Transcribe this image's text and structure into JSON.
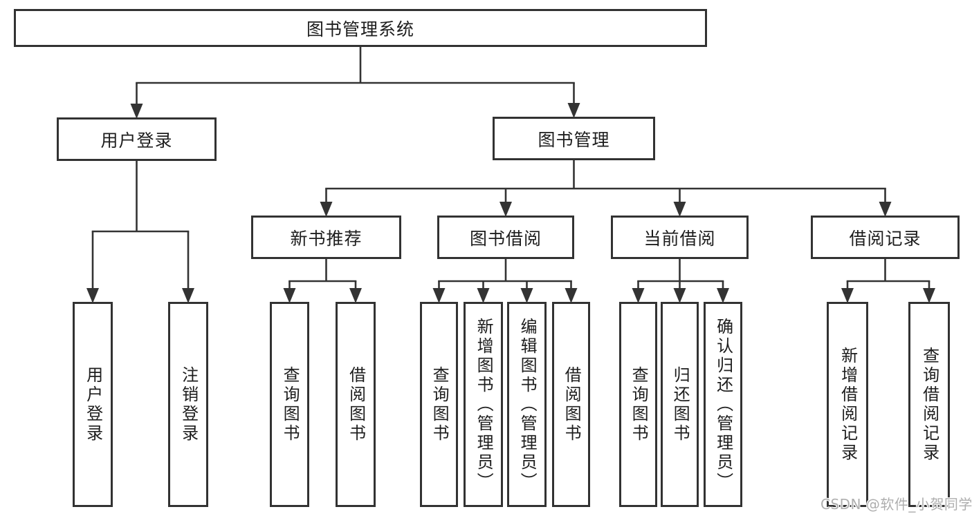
{
  "diagram": {
    "title": "图书管理系统",
    "nodes": [
      {
        "id": "root",
        "label": "图书管理系统",
        "parent": null,
        "orient": "h"
      },
      {
        "id": "user-login",
        "label": "用户登录",
        "parent": "root",
        "orient": "h"
      },
      {
        "id": "book-mgmt",
        "label": "图书管理",
        "parent": "root",
        "orient": "h"
      },
      {
        "id": "new-book-rec",
        "label": "新书推荐",
        "parent": "book-mgmt",
        "orient": "h"
      },
      {
        "id": "book-borrow",
        "label": "图书借阅",
        "parent": "book-mgmt",
        "orient": "h"
      },
      {
        "id": "current-borrow",
        "label": "当前借阅",
        "parent": "book-mgmt",
        "orient": "h"
      },
      {
        "id": "borrow-records",
        "label": "借阅记录",
        "parent": "book-mgmt",
        "orient": "h"
      },
      {
        "id": "leaf-user-login",
        "label": "用户登录",
        "parent": "user-login",
        "orient": "v"
      },
      {
        "id": "leaf-logout",
        "label": "注销登录",
        "parent": "user-login",
        "orient": "v"
      },
      {
        "id": "leaf-query-book-1",
        "label": "查询图书",
        "parent": "new-book-rec",
        "orient": "v"
      },
      {
        "id": "leaf-borrow-book-1",
        "label": "借阅图书",
        "parent": "new-book-rec",
        "orient": "v"
      },
      {
        "id": "leaf-query-book-2",
        "label": "查询图书",
        "parent": "book-borrow",
        "orient": "v"
      },
      {
        "id": "leaf-add-book",
        "label": "新增图书（管理员）",
        "parent": "book-borrow",
        "orient": "v"
      },
      {
        "id": "leaf-edit-book",
        "label": "编辑图书（管理员）",
        "parent": "book-borrow",
        "orient": "v"
      },
      {
        "id": "leaf-borrow-book-2",
        "label": "借阅图书",
        "parent": "book-borrow",
        "orient": "v"
      },
      {
        "id": "leaf-query-book-3",
        "label": "查询图书",
        "parent": "current-borrow",
        "orient": "v"
      },
      {
        "id": "leaf-return-book",
        "label": "归还图书",
        "parent": "current-borrow",
        "orient": "v"
      },
      {
        "id": "leaf-confirm-return",
        "label": "确认归还（管理员）",
        "parent": "current-borrow",
        "orient": "v"
      },
      {
        "id": "leaf-add-borrow-record",
        "label": "新增借阅记录",
        "parent": "borrow-records",
        "orient": "v"
      },
      {
        "id": "leaf-query-borrow-record",
        "label": "查询借阅记录",
        "parent": "borrow-records",
        "orient": "v"
      }
    ]
  },
  "watermark": {
    "text": "CSDN @软件_小贺同学"
  },
  "colors": {
    "line": "#333333",
    "box_border": "#323232",
    "box_fill": "#ffffff",
    "text": "#1d1d1d",
    "watermark": "#aeaeae",
    "background": "#ffffff"
  }
}
